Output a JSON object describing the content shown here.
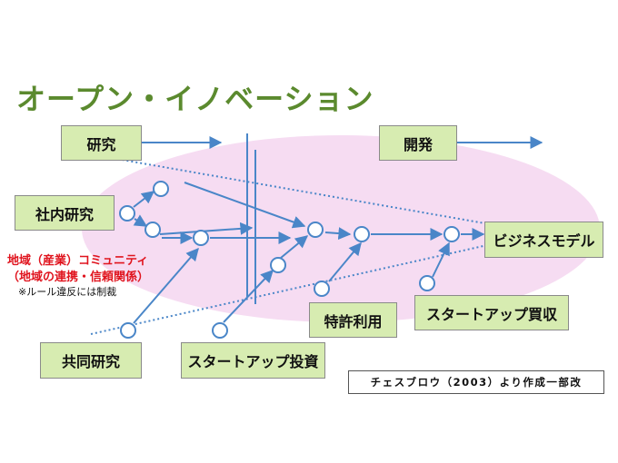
{
  "title": "オープン・イノベーション",
  "boxes": {
    "research": "研究",
    "development": "開発",
    "internal_research": "社内研究",
    "business_model": "ビジネスモデル",
    "patent_use": "特許利用",
    "startup_acquisition": "スタートアップ買収",
    "joint_research": "共同研究",
    "startup_investment": "スタートアップ投資"
  },
  "community": {
    "line1": "地域（産業）コミュニティ",
    "line2": "（地域の連携・信頼関係）",
    "note": "※ルール違反には制裁"
  },
  "source": "チェスブロウ（2003）より作成一部改",
  "colors": {
    "title": "#5b8a2e",
    "box_fill": "#d7ecb1",
    "ellipse_fill": "#f6dcf2",
    "arrow": "#4a86c8",
    "red_text": "#e0141e"
  }
}
